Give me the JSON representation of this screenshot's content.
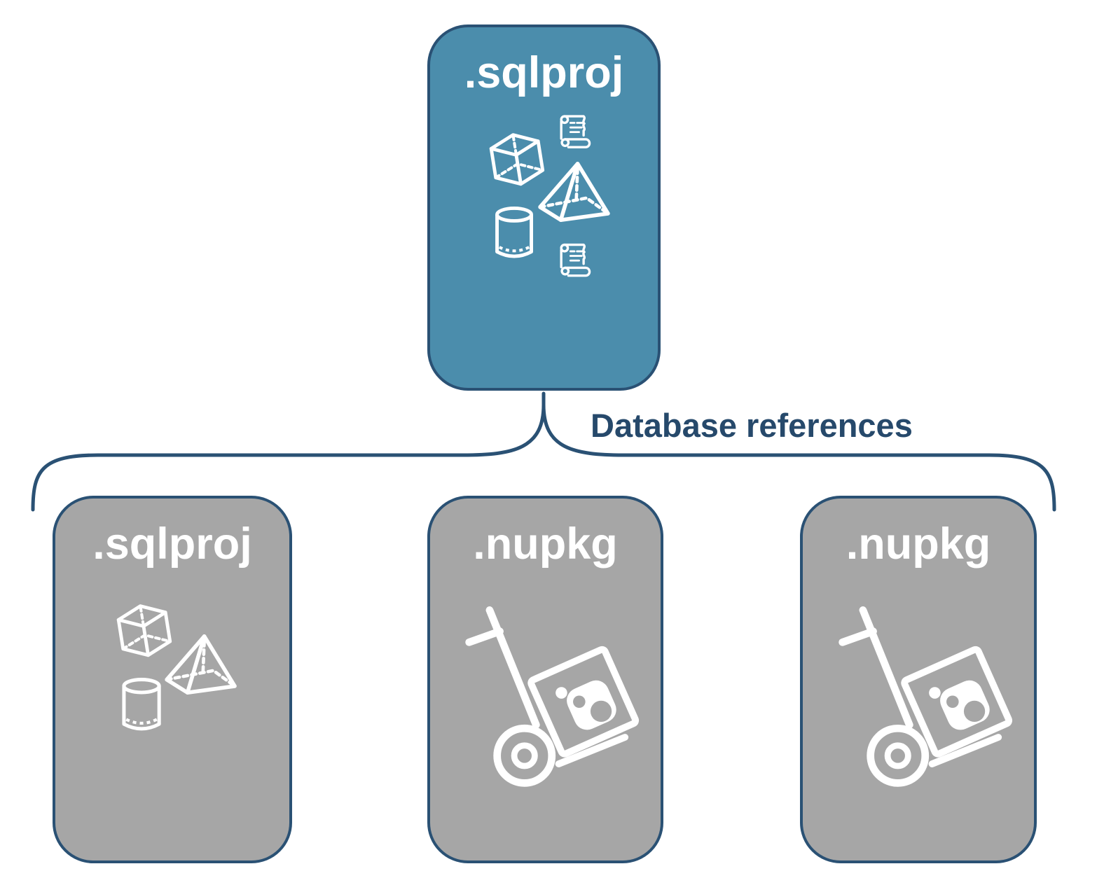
{
  "diagram": {
    "root_box": {
      "label": ".sqlproj",
      "fill": "#4b8dac",
      "icons": [
        "script-scroll",
        "cube",
        "pyramid",
        "cylinder",
        "script-scroll"
      ]
    },
    "connector": {
      "label": "Database references",
      "text_color": "#26496b",
      "line_color": "#2a5174"
    },
    "child_boxes": [
      {
        "label": ".sqlproj",
        "fill": "#a6a6a6",
        "icons": [
          "cube",
          "pyramid",
          "cylinder"
        ]
      },
      {
        "label": ".nupkg",
        "fill": "#a6a6a6",
        "icons": [
          "hand-truck-package"
        ]
      },
      {
        "label": ".nupkg",
        "fill": "#a6a6a6",
        "icons": [
          "hand-truck-package"
        ]
      }
    ],
    "colors": {
      "border": "#2a5174",
      "icon": "#ffffff",
      "background": "#ffffff"
    }
  }
}
